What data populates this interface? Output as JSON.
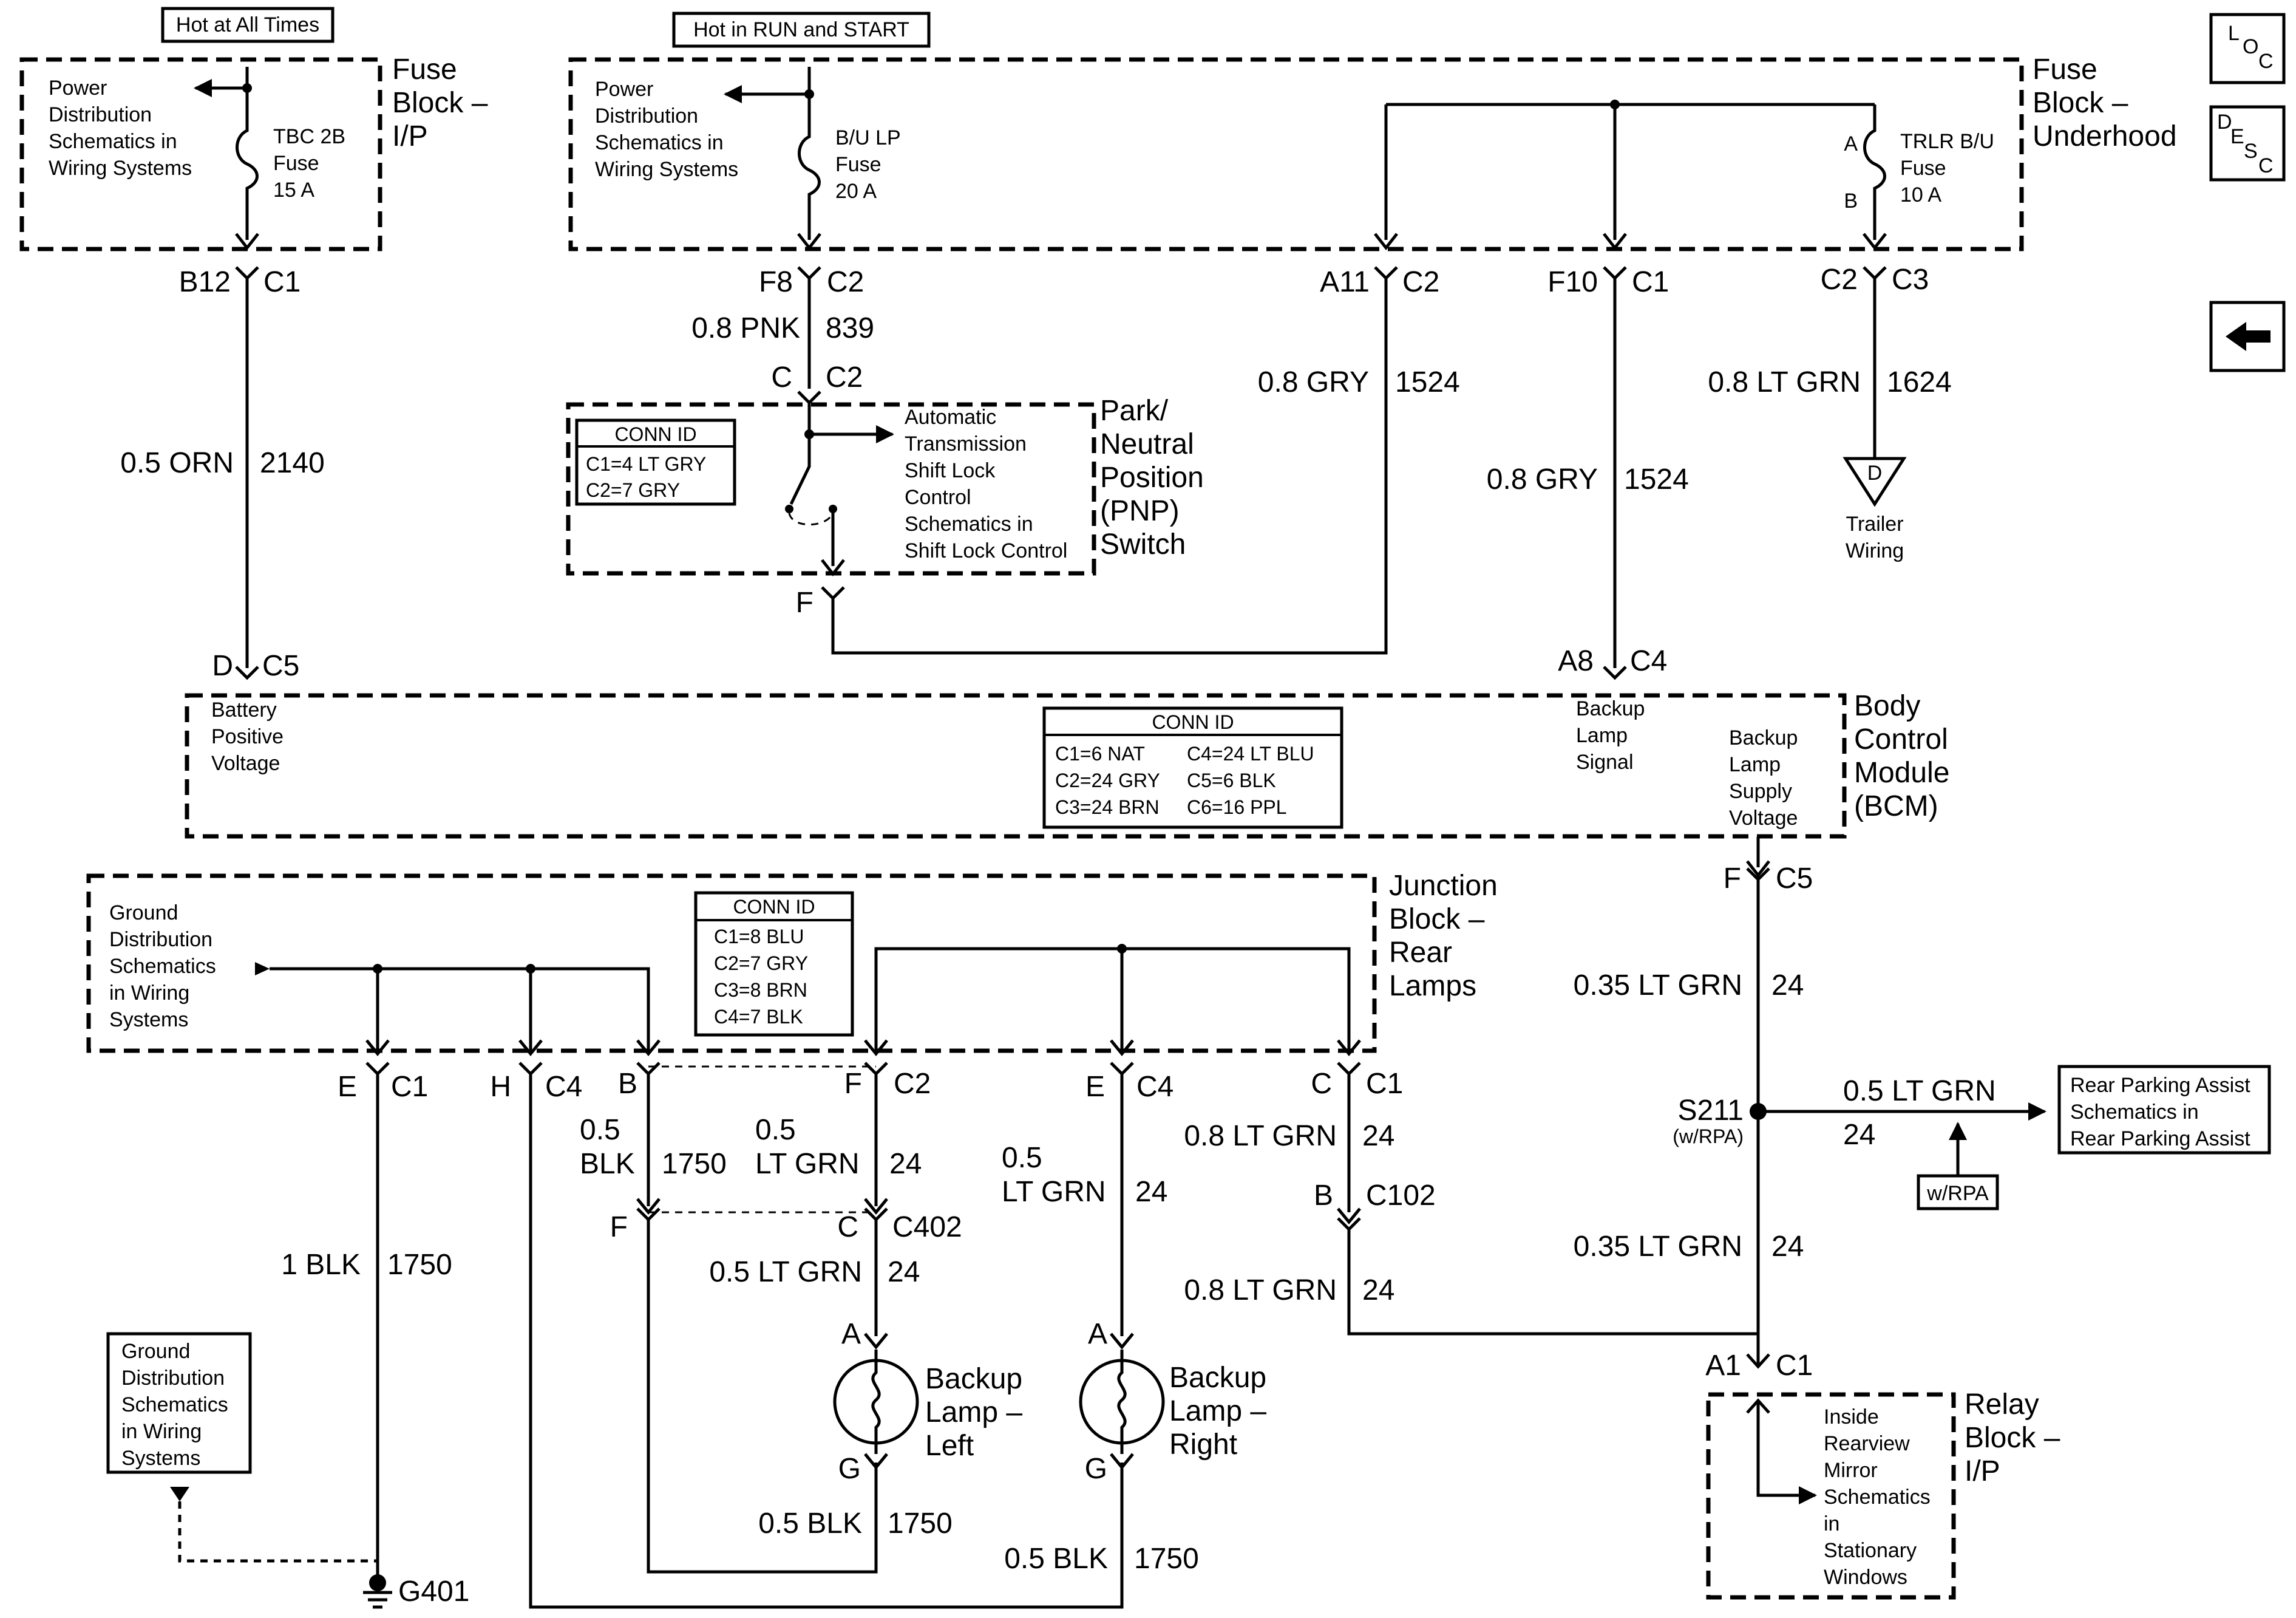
{
  "supply_labels": {
    "hot_at_all_times": "Hot at All Times",
    "hot_in_run_start": "Hot in RUN and START"
  },
  "fuse_block_ip": {
    "title_line1": "Fuse",
    "title_line2": "Block –",
    "title_line3": "I/P",
    "schem_line1": "Power",
    "schem_line2": "Distribution",
    "schem_line3": "Schematics in",
    "schem_line4": "Wiring Systems",
    "fuse_line1": "TBC 2B",
    "fuse_line2": "Fuse",
    "fuse_line3": "15 A",
    "pin": "B12",
    "conn": "C1"
  },
  "fuse_block_underhood": {
    "title_line1": "Fuse",
    "title_line2": "Block –",
    "title_line3": "Underhood",
    "schem_line1": "Power",
    "schem_line2": "Distribution",
    "schem_line3": "Schematics in",
    "schem_line4": "Wiring Systems",
    "fuse1_line1": "B/U LP",
    "fuse1_line2": "Fuse",
    "fuse1_line3": "20 A",
    "fuse2_line1": "TRLR B/U",
    "fuse2_line2": "Fuse",
    "fuse2_line3": "10 A",
    "fuse2_pin_a": "A",
    "fuse2_pin_b": "B",
    "f8": "F8",
    "f8_conn": "C2",
    "a11": "A11",
    "a11_conn": "C2",
    "f10": "F10",
    "f10_conn": "C1",
    "c2": "C2",
    "c3": "C3"
  },
  "wires": {
    "w2140_size": "0.5 ORN",
    "w2140_circ": "2140",
    "w839_size": "0.8 PNK",
    "w839_circ": "839",
    "w1524a_size": "0.8 GRY",
    "w1524a_circ": "1524",
    "w1524b_size": "0.8 GRY",
    "w1524b_circ": "1524",
    "w1624_size": "0.8 LT GRN",
    "w1624_circ": "1624",
    "w24_bcm_size": "0.35 LT GRN",
    "w24_bcm_circ": "24",
    "w24_relay_size": "0.35 LT GRN",
    "w24_relay_circ": "24",
    "w24_rpa_size": "0.5 LT GRN",
    "w24_rpa_circ": "24",
    "w1750_g_size": "1 BLK",
    "w1750_g_circ": "1750",
    "w1750_b_size1": "0.5",
    "w1750_b_size2": "BLK",
    "w1750_b_circ": "1750",
    "w24_f_size1": "0.5",
    "w24_f_size2": "LT GRN",
    "w24_f_circ": "24",
    "w24_e_size1": "0.5",
    "w24_e_size2": "LT GRN",
    "w24_e_circ": "24",
    "w24_c1_size": "0.8 LT GRN",
    "w24_c1_circ": "24",
    "w24_c102_size": "0.8 LT GRN",
    "w24_c102_circ": "24",
    "w24_c402_size": "0.5 LT GRN",
    "w24_c402_circ": "24",
    "w1750_left_size": "0.5 BLK",
    "w1750_left_circ": "1750",
    "w1750_right_size": "0.5 BLK",
    "w1750_right_circ": "1750"
  },
  "pnp_switch": {
    "title_line1": "Park/",
    "title_line2": "Neutral",
    "title_line3": "Position",
    "title_line4": "(PNP)",
    "title_line5": "Switch",
    "connid_title": "CONN ID",
    "connid_1": "C1=4 LT GRY",
    "connid_2": "C2=7 GRY",
    "schem_line1": "Automatic",
    "schem_line2": "Transmission",
    "schem_line3": "Shift Lock",
    "schem_line4": "Control",
    "schem_line5": "Schematics in",
    "schem_line6": "Shift Lock Control",
    "pin_c": "C",
    "conn_c2": "C2",
    "pin_f": "F"
  },
  "bcm": {
    "title_line1": "Body",
    "title_line2": "Control",
    "title_line3": "Module",
    "title_line4": "(BCM)",
    "pin_d": "D",
    "conn_c5": "C5",
    "batt_line1": "Battery",
    "batt_line2": "Positive",
    "batt_line3": "Voltage",
    "connid_title": "CONN ID",
    "connid_c1": "C1=6 NAT",
    "connid_c2": "C2=24 GRY",
    "connid_c3": "C3=24 BRN",
    "connid_c4": "C4=24 LT BLU",
    "connid_c5": "C5=6 BLK",
    "connid_c6": "C6=16 PPL",
    "pin_a8": "A8",
    "conn_c4": "C4",
    "signal_line1": "Backup",
    "signal_line2": "Lamp",
    "signal_line3": "Signal",
    "supply_line1": "Backup",
    "supply_line2": "Lamp",
    "supply_line3": "Supply",
    "supply_line4": "Voltage",
    "pin_f": "F",
    "conn_f_c5": "C5"
  },
  "junction_block": {
    "title_line1": "Junction",
    "title_line2": "Block –",
    "title_line3": "Rear",
    "title_line4": "Lamps",
    "schem_line1": "Ground",
    "schem_line2": "Distribution",
    "schem_line3": "Schematics",
    "schem_line4": "in Wiring",
    "schem_line5": "Systems",
    "connid_title": "CONN ID",
    "connid_1": "C1=8 BLU",
    "connid_2": "C2=7 GRY",
    "connid_3": "C3=8 BRN",
    "connid_4": "C4=7 BLK",
    "pin_e": "E",
    "conn_e": "C1",
    "pin_h": "H",
    "conn_h": "C4",
    "pin_b": "B",
    "pin_f": "F",
    "conn_f": "C2",
    "pin_e2": "E",
    "conn_e2": "C4",
    "pin_c": "C",
    "conn_c": "C1"
  },
  "inline_connectors": {
    "c402_pin_f": "F",
    "c402_pin_c": "C",
    "c402": "C402",
    "c102_pin_b": "B",
    "c102": "C102"
  },
  "lamps": {
    "left_line1": "Backup",
    "left_line2": "Lamp –",
    "left_line3": "Left",
    "right_line1": "Backup",
    "right_line2": "Lamp –",
    "right_line3": "Right",
    "pin_a": "A",
    "pin_g": "G"
  },
  "ground": {
    "g401": "G401",
    "schem_line1": "Ground",
    "schem_line2": "Distribution",
    "schem_line3": "Schematics",
    "schem_line4": "in Wiring",
    "schem_line5": "Systems"
  },
  "splice": {
    "s211": "S211",
    "s211_note": "(w/RPA)",
    "rpa_line1": "Rear Parking Assist",
    "rpa_line2": "Schematics in",
    "rpa_line3": "Rear Parking Assist",
    "wrpa": "w/RPA"
  },
  "trailer": {
    "symbol": "D",
    "line1": "Trailer",
    "line2": "Wiring"
  },
  "relay_block": {
    "title_line1": "Relay",
    "title_line2": "Block –",
    "title_line3": "I/P",
    "pin_a1": "A1",
    "conn_c1": "C1",
    "schem_line1": "Inside",
    "schem_line2": "Rearview",
    "schem_line3": "Mirror",
    "schem_line4": "Schematics",
    "schem_line5": "in",
    "schem_line6": "Stationary",
    "schem_line7": "Windows"
  },
  "nav": {
    "loc_l": "L",
    "loc_o": "O",
    "loc_c": "C",
    "desc_d": "D",
    "desc_e": "E",
    "desc_s": "S",
    "desc_c": "C"
  }
}
